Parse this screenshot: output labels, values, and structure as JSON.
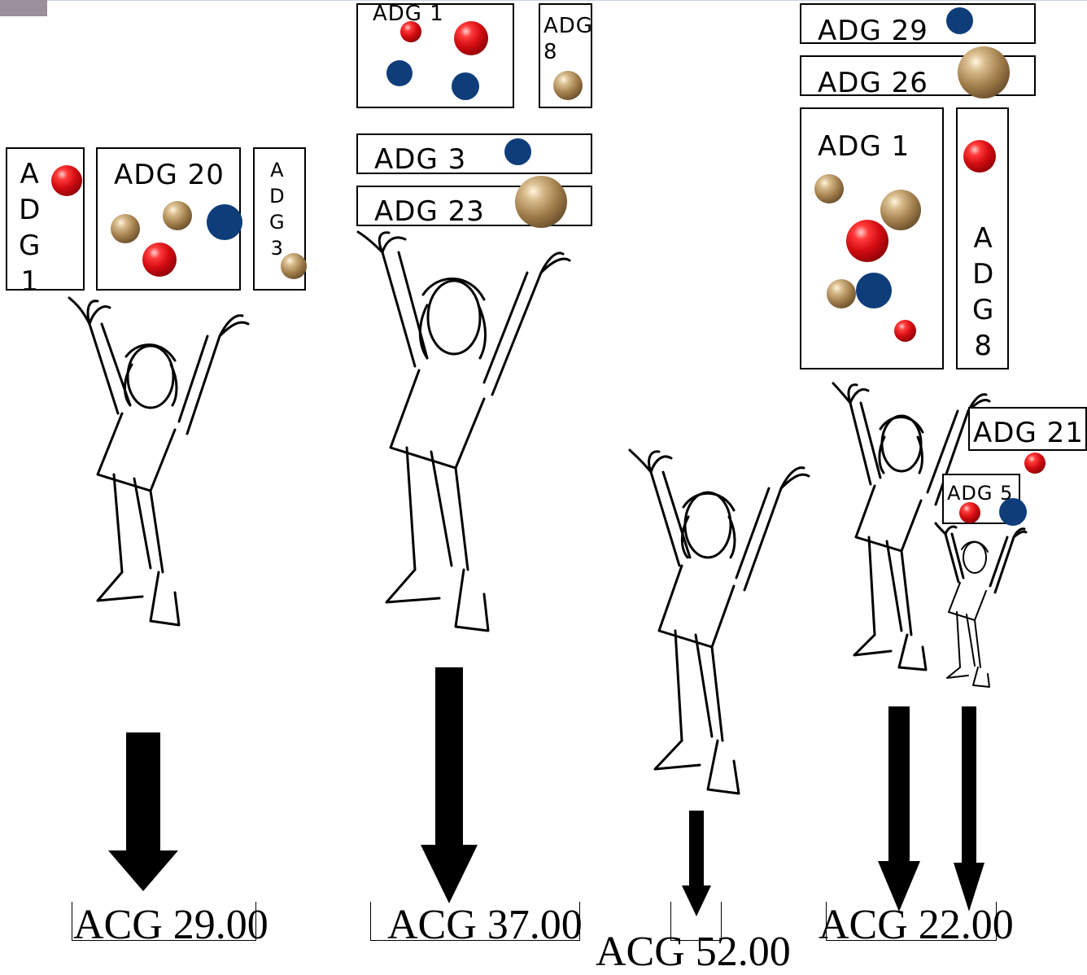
{
  "badge": {
    "color": "#9a8f9a"
  },
  "colors": {
    "red": "#d40d12",
    "brown": "#a07d4a",
    "blue": "#0e3d7a",
    "arrow": "#000000"
  },
  "groups": [
    {
      "boxes": [
        {
          "label_chars": [
            "A",
            "D",
            "G",
            "1"
          ]
        },
        {
          "label": "ADG 20"
        },
        {
          "label_chars": [
            "A",
            "D",
            "G",
            "3"
          ]
        }
      ],
      "result": "ACG 29.00"
    },
    {
      "boxes": [
        {
          "label": "ADG 1"
        },
        {
          "label_lines": [
            "ADG",
            "8"
          ]
        },
        {
          "label": "ADG 3"
        },
        {
          "label": "ADG 23"
        }
      ],
      "result": "ACG 37.00"
    },
    {
      "boxes": [],
      "result": "ACG 52.00"
    },
    {
      "boxes": [
        {
          "label": "ADG 29"
        },
        {
          "label": "ADG 26"
        },
        {
          "label": "ADG 1"
        },
        {
          "label_chars": [
            "A",
            "D",
            "G",
            "8"
          ]
        },
        {
          "label": "ADG 21"
        },
        {
          "label": "ADG 5"
        }
      ],
      "result": "ACG 22.00"
    }
  ]
}
